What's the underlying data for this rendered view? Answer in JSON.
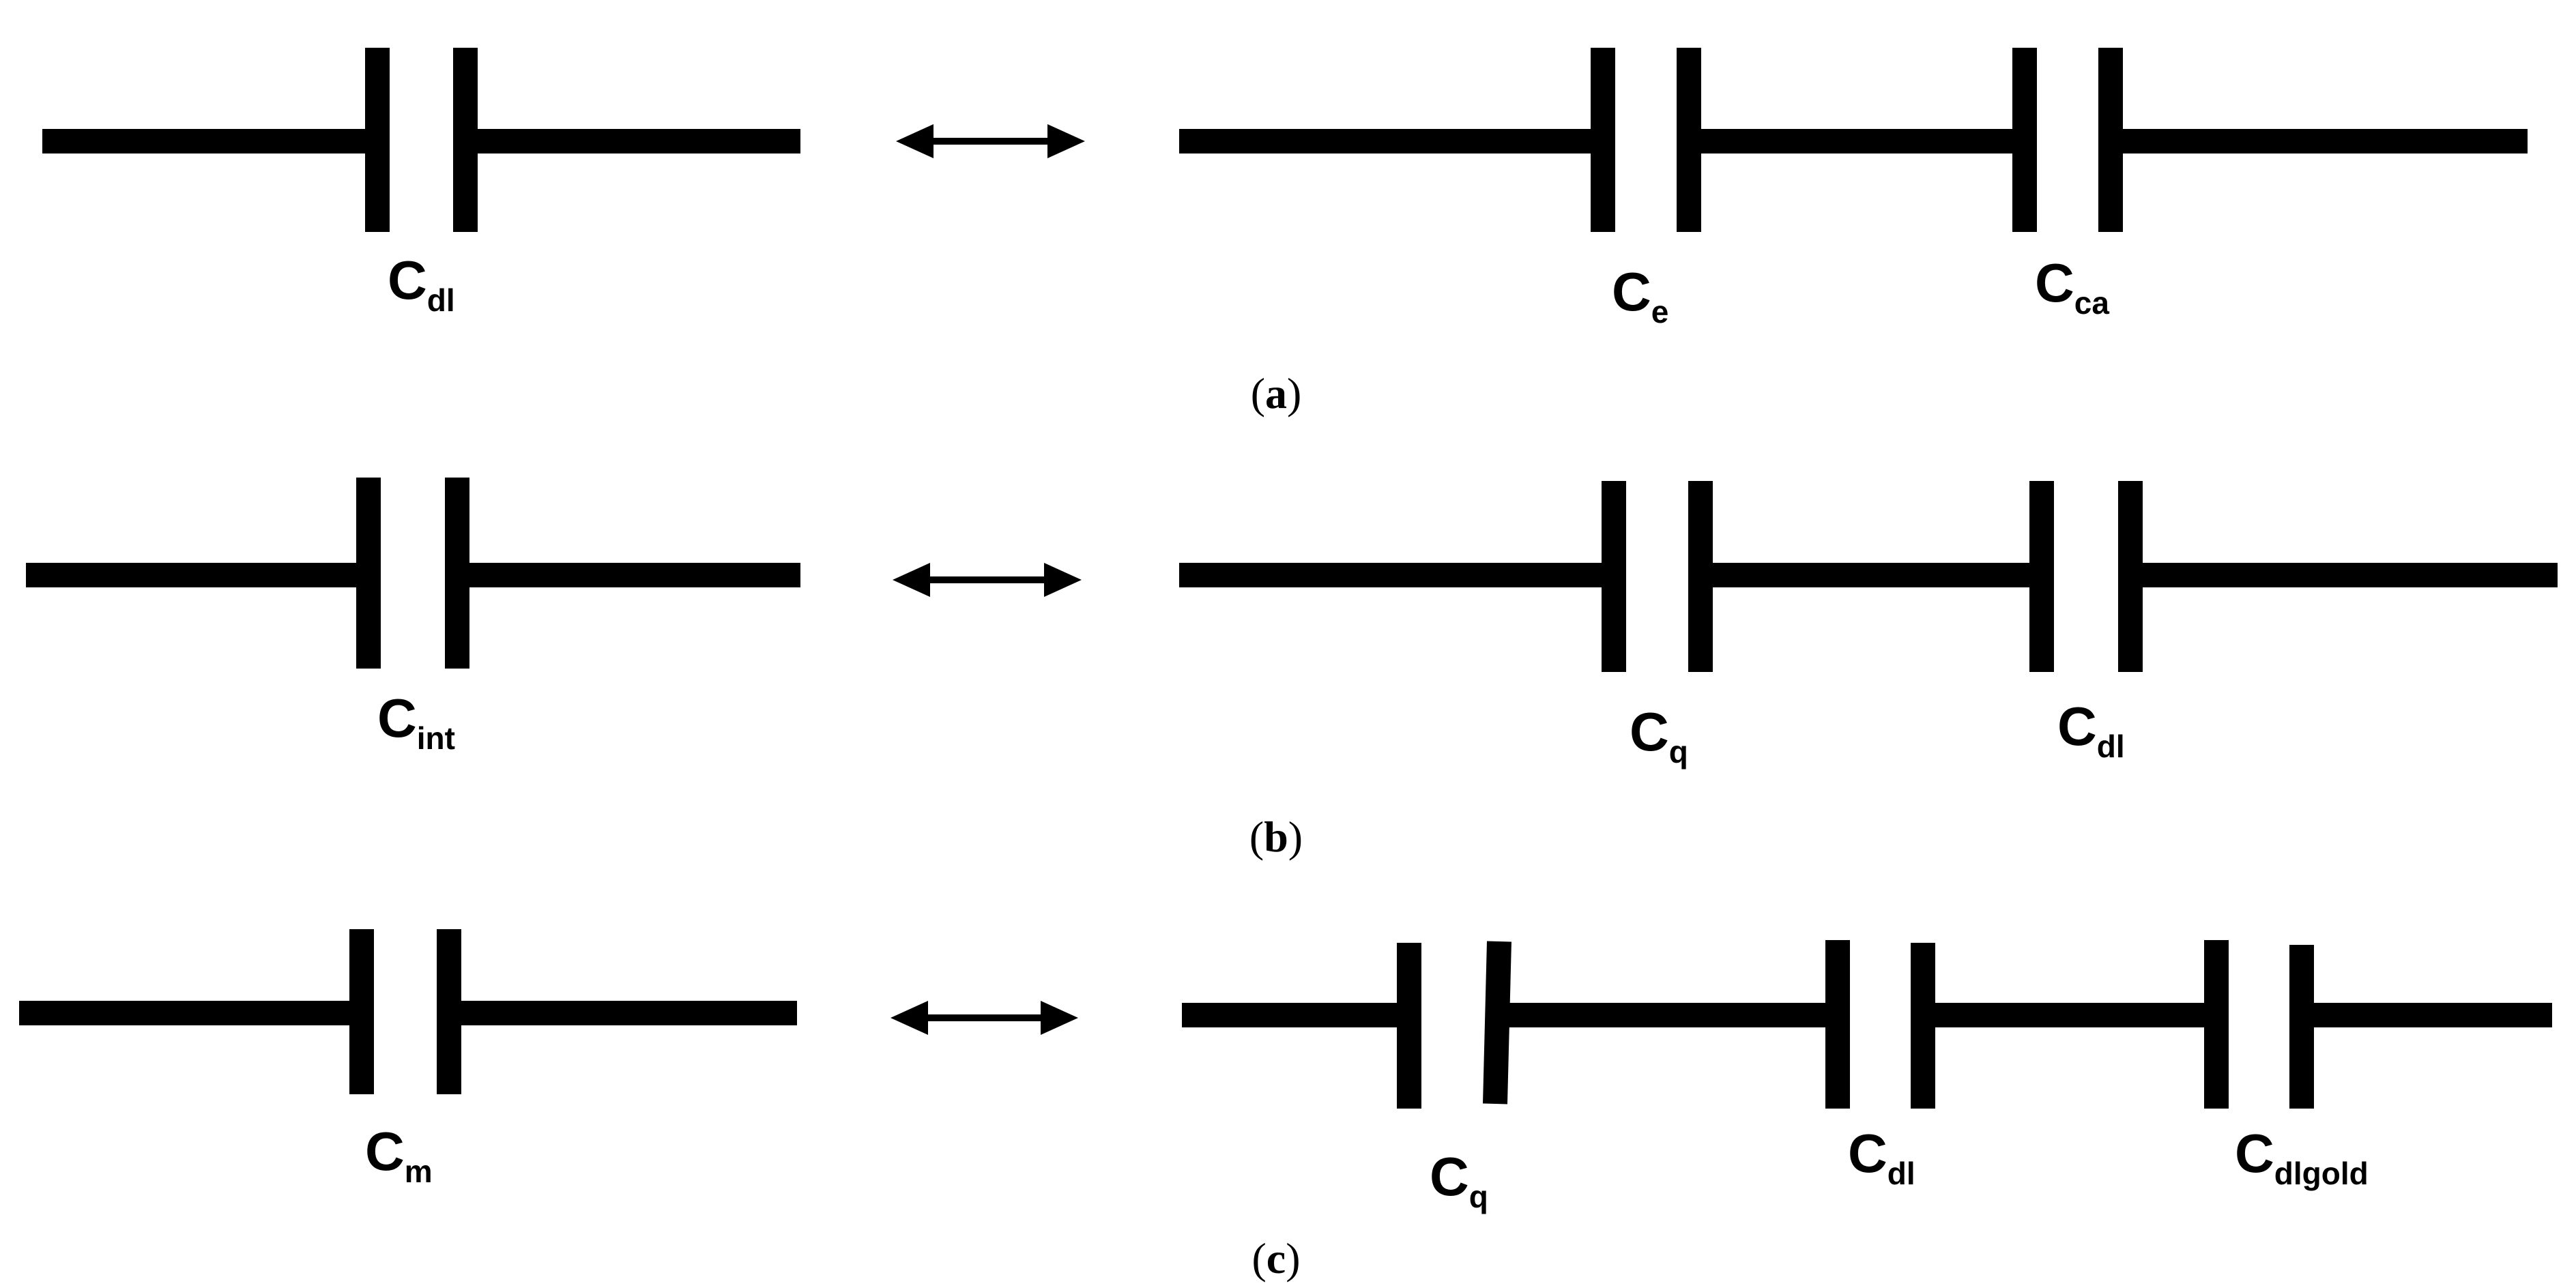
{
  "diagram": {
    "panels": [
      {
        "id": "a",
        "label_open": "(",
        "label_letter": "a",
        "label_close": ")",
        "left_circuit": [
          {
            "symbol": "C",
            "subscript": "dl"
          }
        ],
        "right_circuit": [
          {
            "symbol": "C",
            "subscript": "e"
          },
          {
            "symbol": "C",
            "subscript": "ca"
          }
        ]
      },
      {
        "id": "b",
        "label_open": "(",
        "label_letter": "b",
        "label_close": ")",
        "left_circuit": [
          {
            "symbol": "C",
            "subscript": "int"
          }
        ],
        "right_circuit": [
          {
            "symbol": "C",
            "subscript": "q"
          },
          {
            "symbol": "C",
            "subscript": "dl"
          }
        ]
      },
      {
        "id": "c",
        "label_open": "(",
        "label_letter": "c",
        "label_close": ")",
        "left_circuit": [
          {
            "symbol": "C",
            "subscript": "m"
          }
        ],
        "right_circuit": [
          {
            "symbol": "C",
            "subscript": "q"
          },
          {
            "symbol": "C",
            "subscript": "dl"
          },
          {
            "symbol": "C",
            "subscript": "dlgold"
          }
        ]
      }
    ],
    "arrow_icon": "double-headed-arrow-icon",
    "line_color": "#000000",
    "background_color": "#ffffff"
  }
}
